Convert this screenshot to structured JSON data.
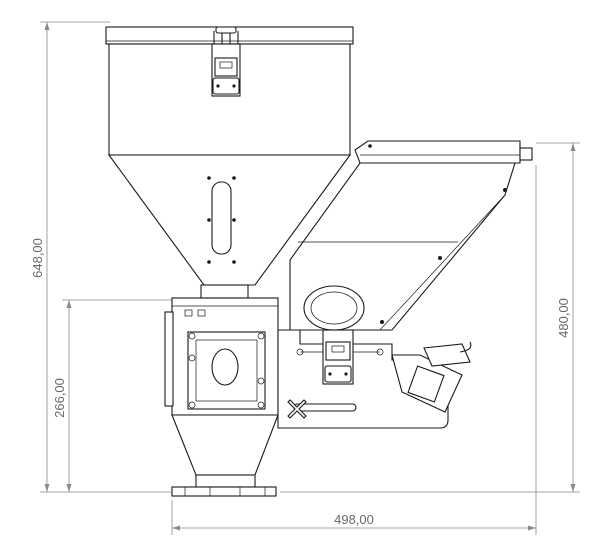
{
  "dimensions": {
    "overall_height": "648,00",
    "lower_height": "266,00",
    "feeder_height": "480,00",
    "overall_width": "498,00"
  },
  "colors": {
    "outline": "#1a1a1a",
    "dimension_line": "#8a8a8a",
    "dimension_text": "#6a6a6a",
    "background": "#ffffff"
  }
}
